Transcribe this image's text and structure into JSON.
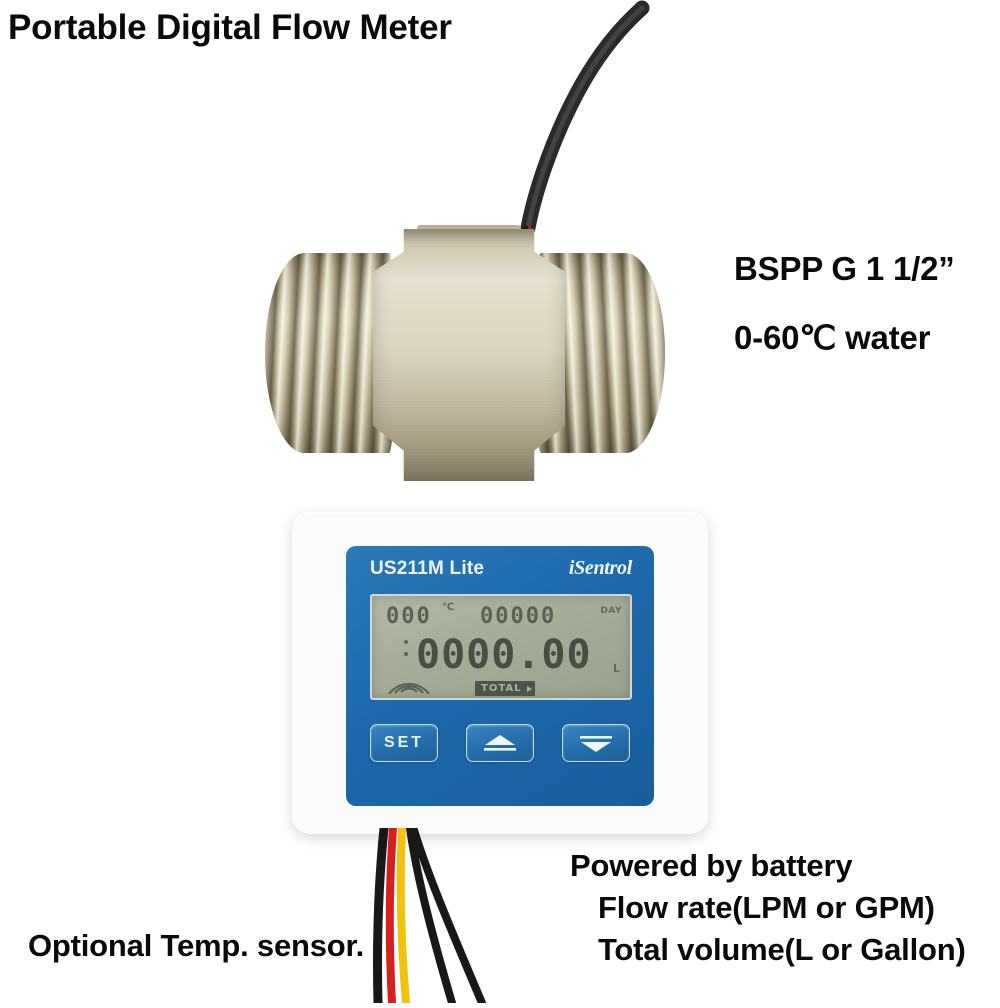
{
  "product": {
    "title": "Portable Digital Flow Meter",
    "specs": {
      "thread": "BSPP G 1 1/2”",
      "temperature_range": "0-60℃ water"
    },
    "features": [
      "Powered by battery",
      "Flow rate(LPM or GPM)",
      "Total volume(L or Gallon)"
    ],
    "sensor_note": "Optional Temp. sensor."
  },
  "meter": {
    "model": "US211M Lite",
    "brand": "iSentrol",
    "lcd": {
      "temperature_value": "000",
      "temperature_unit": "℃",
      "day_value": "00000",
      "day_label": "DAY",
      "main_value": "0000.00",
      "main_unit": "L",
      "mode_badge": "TOTAL"
    },
    "buttons": [
      {
        "id": "set",
        "label": "SET",
        "icon": "set-text"
      },
      {
        "id": "up",
        "label": "",
        "icon": "arrow-up-icon"
      },
      {
        "id": "down",
        "label": "",
        "icon": "arrow-down-icon"
      }
    ]
  },
  "colors": {
    "panel_blue": "#1e6cb0",
    "lcd_green_gray": "#a8ae9c",
    "bezel_white": "#fbfbfb",
    "steel_light": "#e8e3d2",
    "steel_dark": "#7d745c",
    "wire_red": "#d62020",
    "wire_yellow": "#f2c20c",
    "wire_black": "#181818"
  },
  "wires": {
    "top_cable": [
      "black-sheath",
      "red",
      "black"
    ],
    "bottom_cable": [
      "black",
      "red",
      "yellow",
      "black",
      "black"
    ]
  }
}
